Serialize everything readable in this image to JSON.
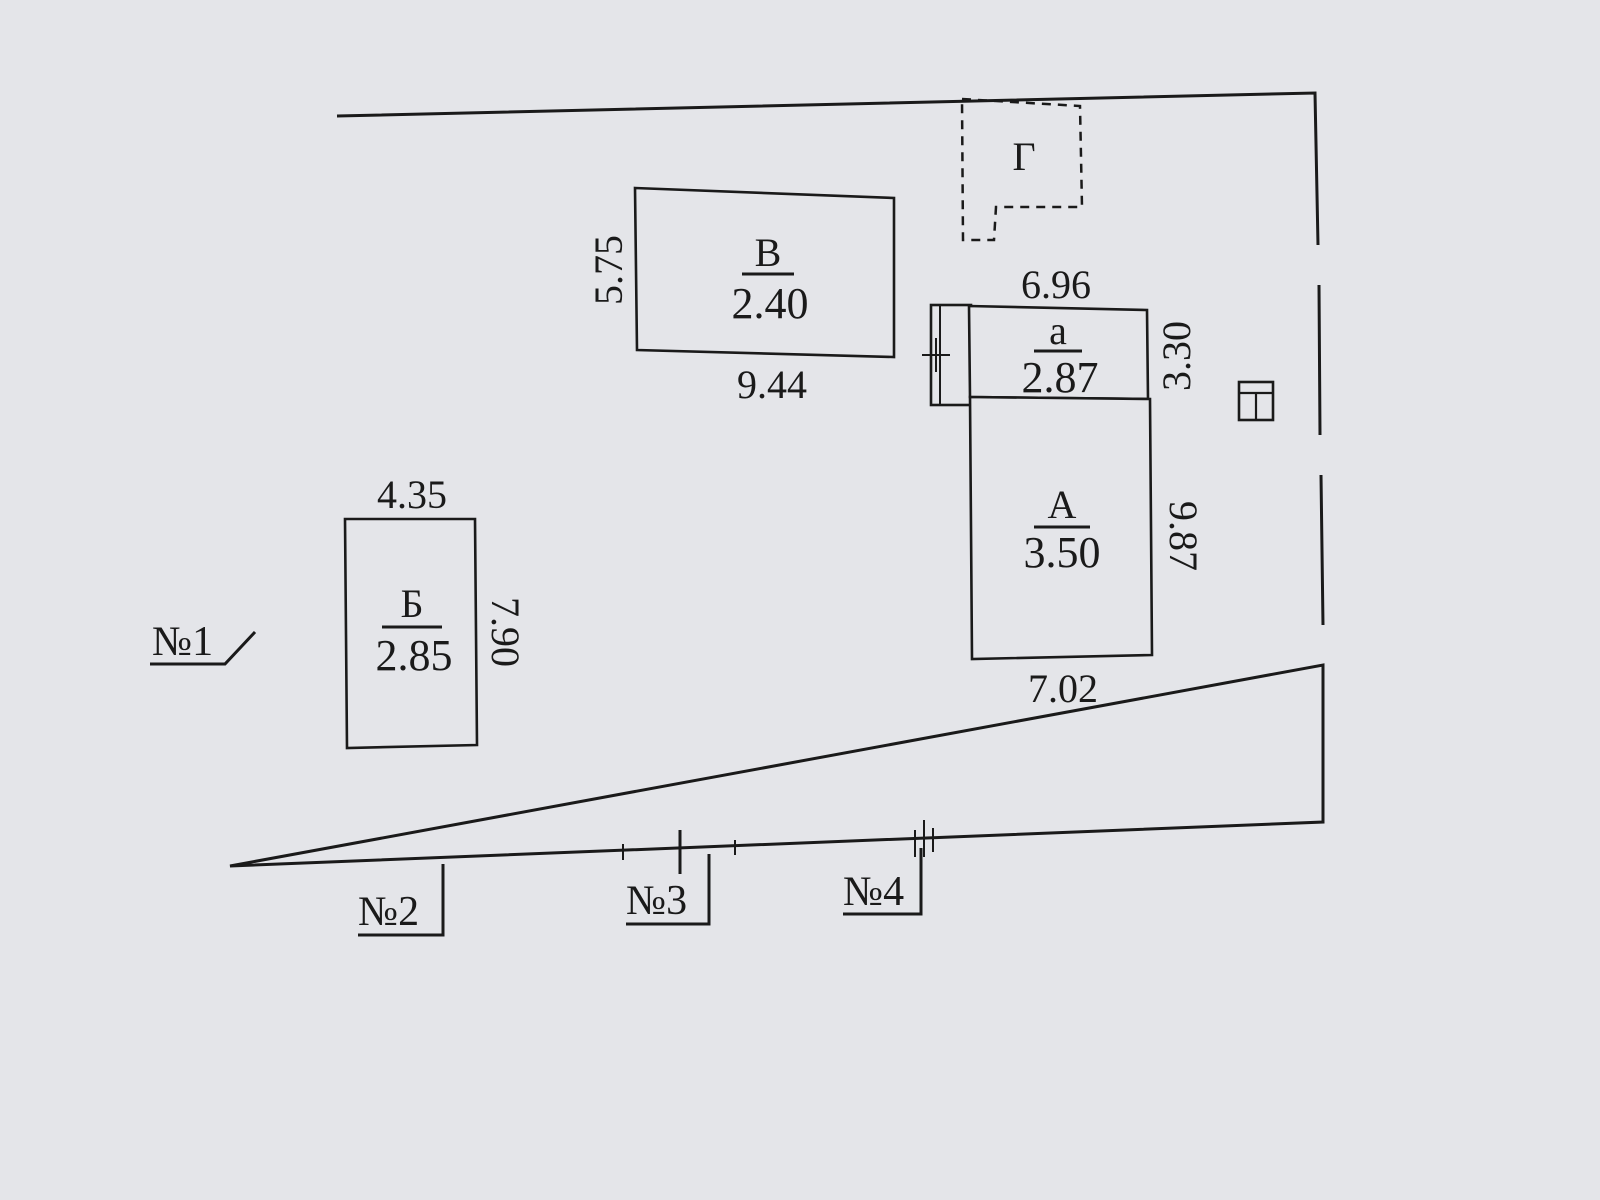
{
  "buildings": {
    "A": {
      "name": "А",
      "value": "3.50",
      "width": "7.02",
      "depth": "9.87"
    },
    "a": {
      "name": "а",
      "value": "2.87",
      "width": "6.96",
      "depth": "3.30"
    },
    "B": {
      "name": "Б",
      "value": "2.85",
      "width": "4.35",
      "depth": "7.90"
    },
    "V": {
      "name": "В",
      "value": "2.40",
      "width": "9.44",
      "depth": "5.75"
    },
    "G": {
      "name": "Г"
    }
  },
  "points": {
    "p1": "№1",
    "p2": "№2",
    "p3": "№3",
    "p4": "№4"
  }
}
